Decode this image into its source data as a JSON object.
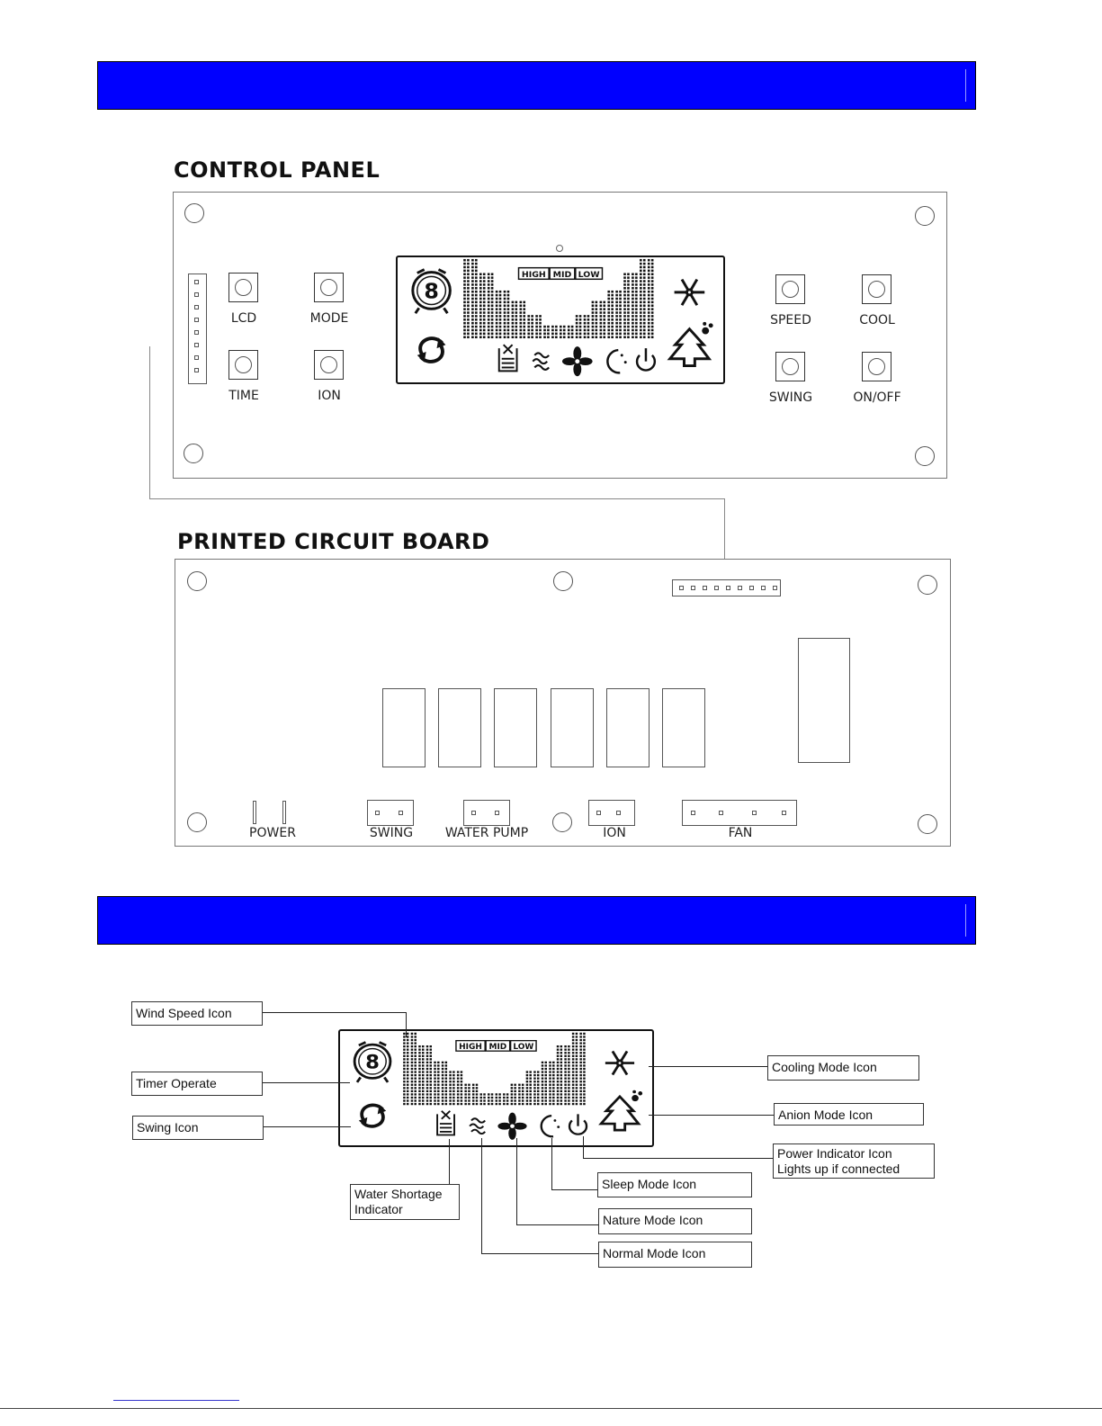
{
  "headings": {
    "control_panel": "CONTROL PANEL",
    "pcb": "PRINTED CIRCUIT BOARD"
  },
  "control_panel": {
    "buttons": [
      {
        "id": "lcd",
        "label": "LCD"
      },
      {
        "id": "mode",
        "label": "MODE"
      },
      {
        "id": "time",
        "label": "TIME"
      },
      {
        "id": "ion",
        "label": "ION"
      },
      {
        "id": "speed",
        "label": "SPEED"
      },
      {
        "id": "cool",
        "label": "COOL"
      },
      {
        "id": "swing",
        "label": "SWING"
      },
      {
        "id": "onoff",
        "label": "ON/OFF"
      }
    ]
  },
  "lcd": {
    "timer_digit": "8",
    "speed_labels": [
      "HIGH",
      "MID",
      "LOW"
    ]
  },
  "pcb": {
    "terminals": [
      {
        "id": "power",
        "label": "POWER"
      },
      {
        "id": "swing",
        "label": "SWING"
      },
      {
        "id": "water_pump",
        "label": "WATER PUMP"
      },
      {
        "id": "ion",
        "label": "ION"
      },
      {
        "id": "fan",
        "label": "FAN"
      }
    ]
  },
  "callouts": {
    "wind_speed": "Wind Speed Icon",
    "timer": "Timer Operate",
    "swing": "Swing Icon",
    "water": "Water Shortage\nIndicator",
    "cooling": "Cooling Mode Icon",
    "anion": "Anion Mode Icon",
    "power": "Power Indicator Icon\nLights up if connected",
    "sleep": "Sleep Mode Icon",
    "nature": "Nature Mode Icon",
    "normal": "Normal Mode Icon"
  },
  "colors": {
    "banner": "#0000ff"
  },
  "icons": [
    "alarm-clock-icon",
    "swing-arrows-icon",
    "water-tank-icon",
    "wave-icon",
    "fan-icon",
    "moon-icon",
    "power-icon",
    "snowflake-icon",
    "tree-anion-icon"
  ]
}
